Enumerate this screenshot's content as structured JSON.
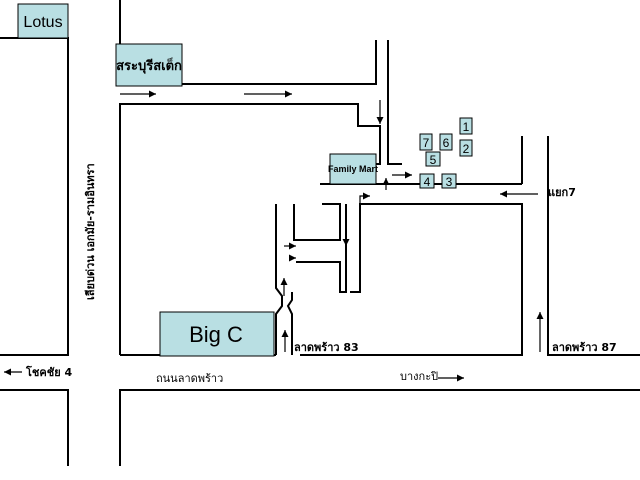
{
  "colors": {
    "background": "#ffffff",
    "road_line": "#000000",
    "landmark_fill": "#b9dfe3",
    "landmark_border": "#000000"
  },
  "landmarks": {
    "lotus": "Lotus",
    "saraburi_steak": "สระบุรีสเต็ก",
    "family_mart": "Family Mart",
    "big_c": "Big C"
  },
  "numbered_buildings": [
    "1",
    "2",
    "3",
    "4",
    "5",
    "6",
    "7"
  ],
  "road_labels": {
    "vertical_left": "เลียบด่วน เอกมัย-รามอินทรา",
    "soi_chokchai_4": "โชคชัย 4",
    "main_road": "ถนนลาดพร้าว",
    "bang_kapi": "บางกะปิ",
    "soi_83": "ลาดพร้าว 83",
    "soi_87": "ลาดพร้าว 87",
    "intersection_7": "แยก7"
  }
}
